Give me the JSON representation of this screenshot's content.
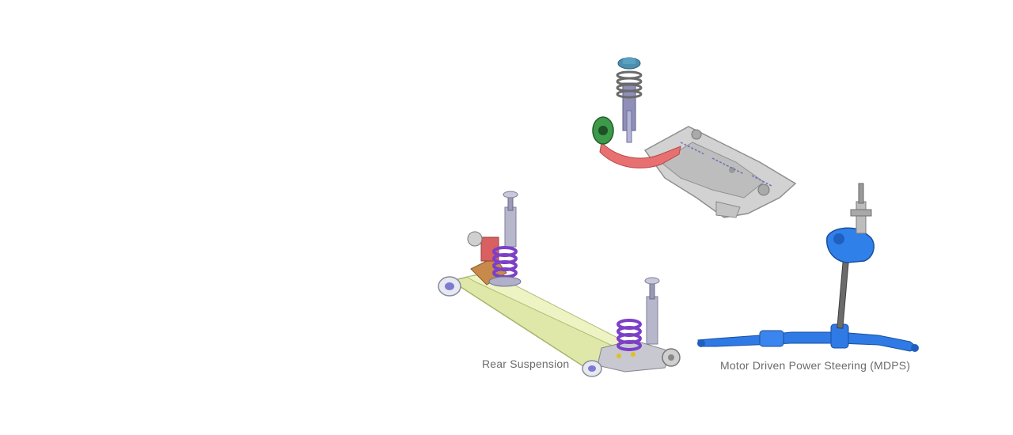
{
  "captions": {
    "rear_suspension": "Rear Suspension",
    "mdps": "Motor Driven Power Steering (MDPS)"
  },
  "colors": {
    "background": "#ffffff",
    "caption": "#6b6b6b",
    "front_subframe": "#cfcfcf",
    "control_arm": "#e56a6a",
    "strut": "#8f8fb8",
    "spring": "#7c3fc7",
    "rear_beam": "#d9e3a0",
    "steering": "#2f7ae5"
  },
  "parts": {
    "front_suspension": "front-suspension-illustration",
    "rear_suspension": "rear-suspension-illustration",
    "steering": "mdps-illustration"
  }
}
